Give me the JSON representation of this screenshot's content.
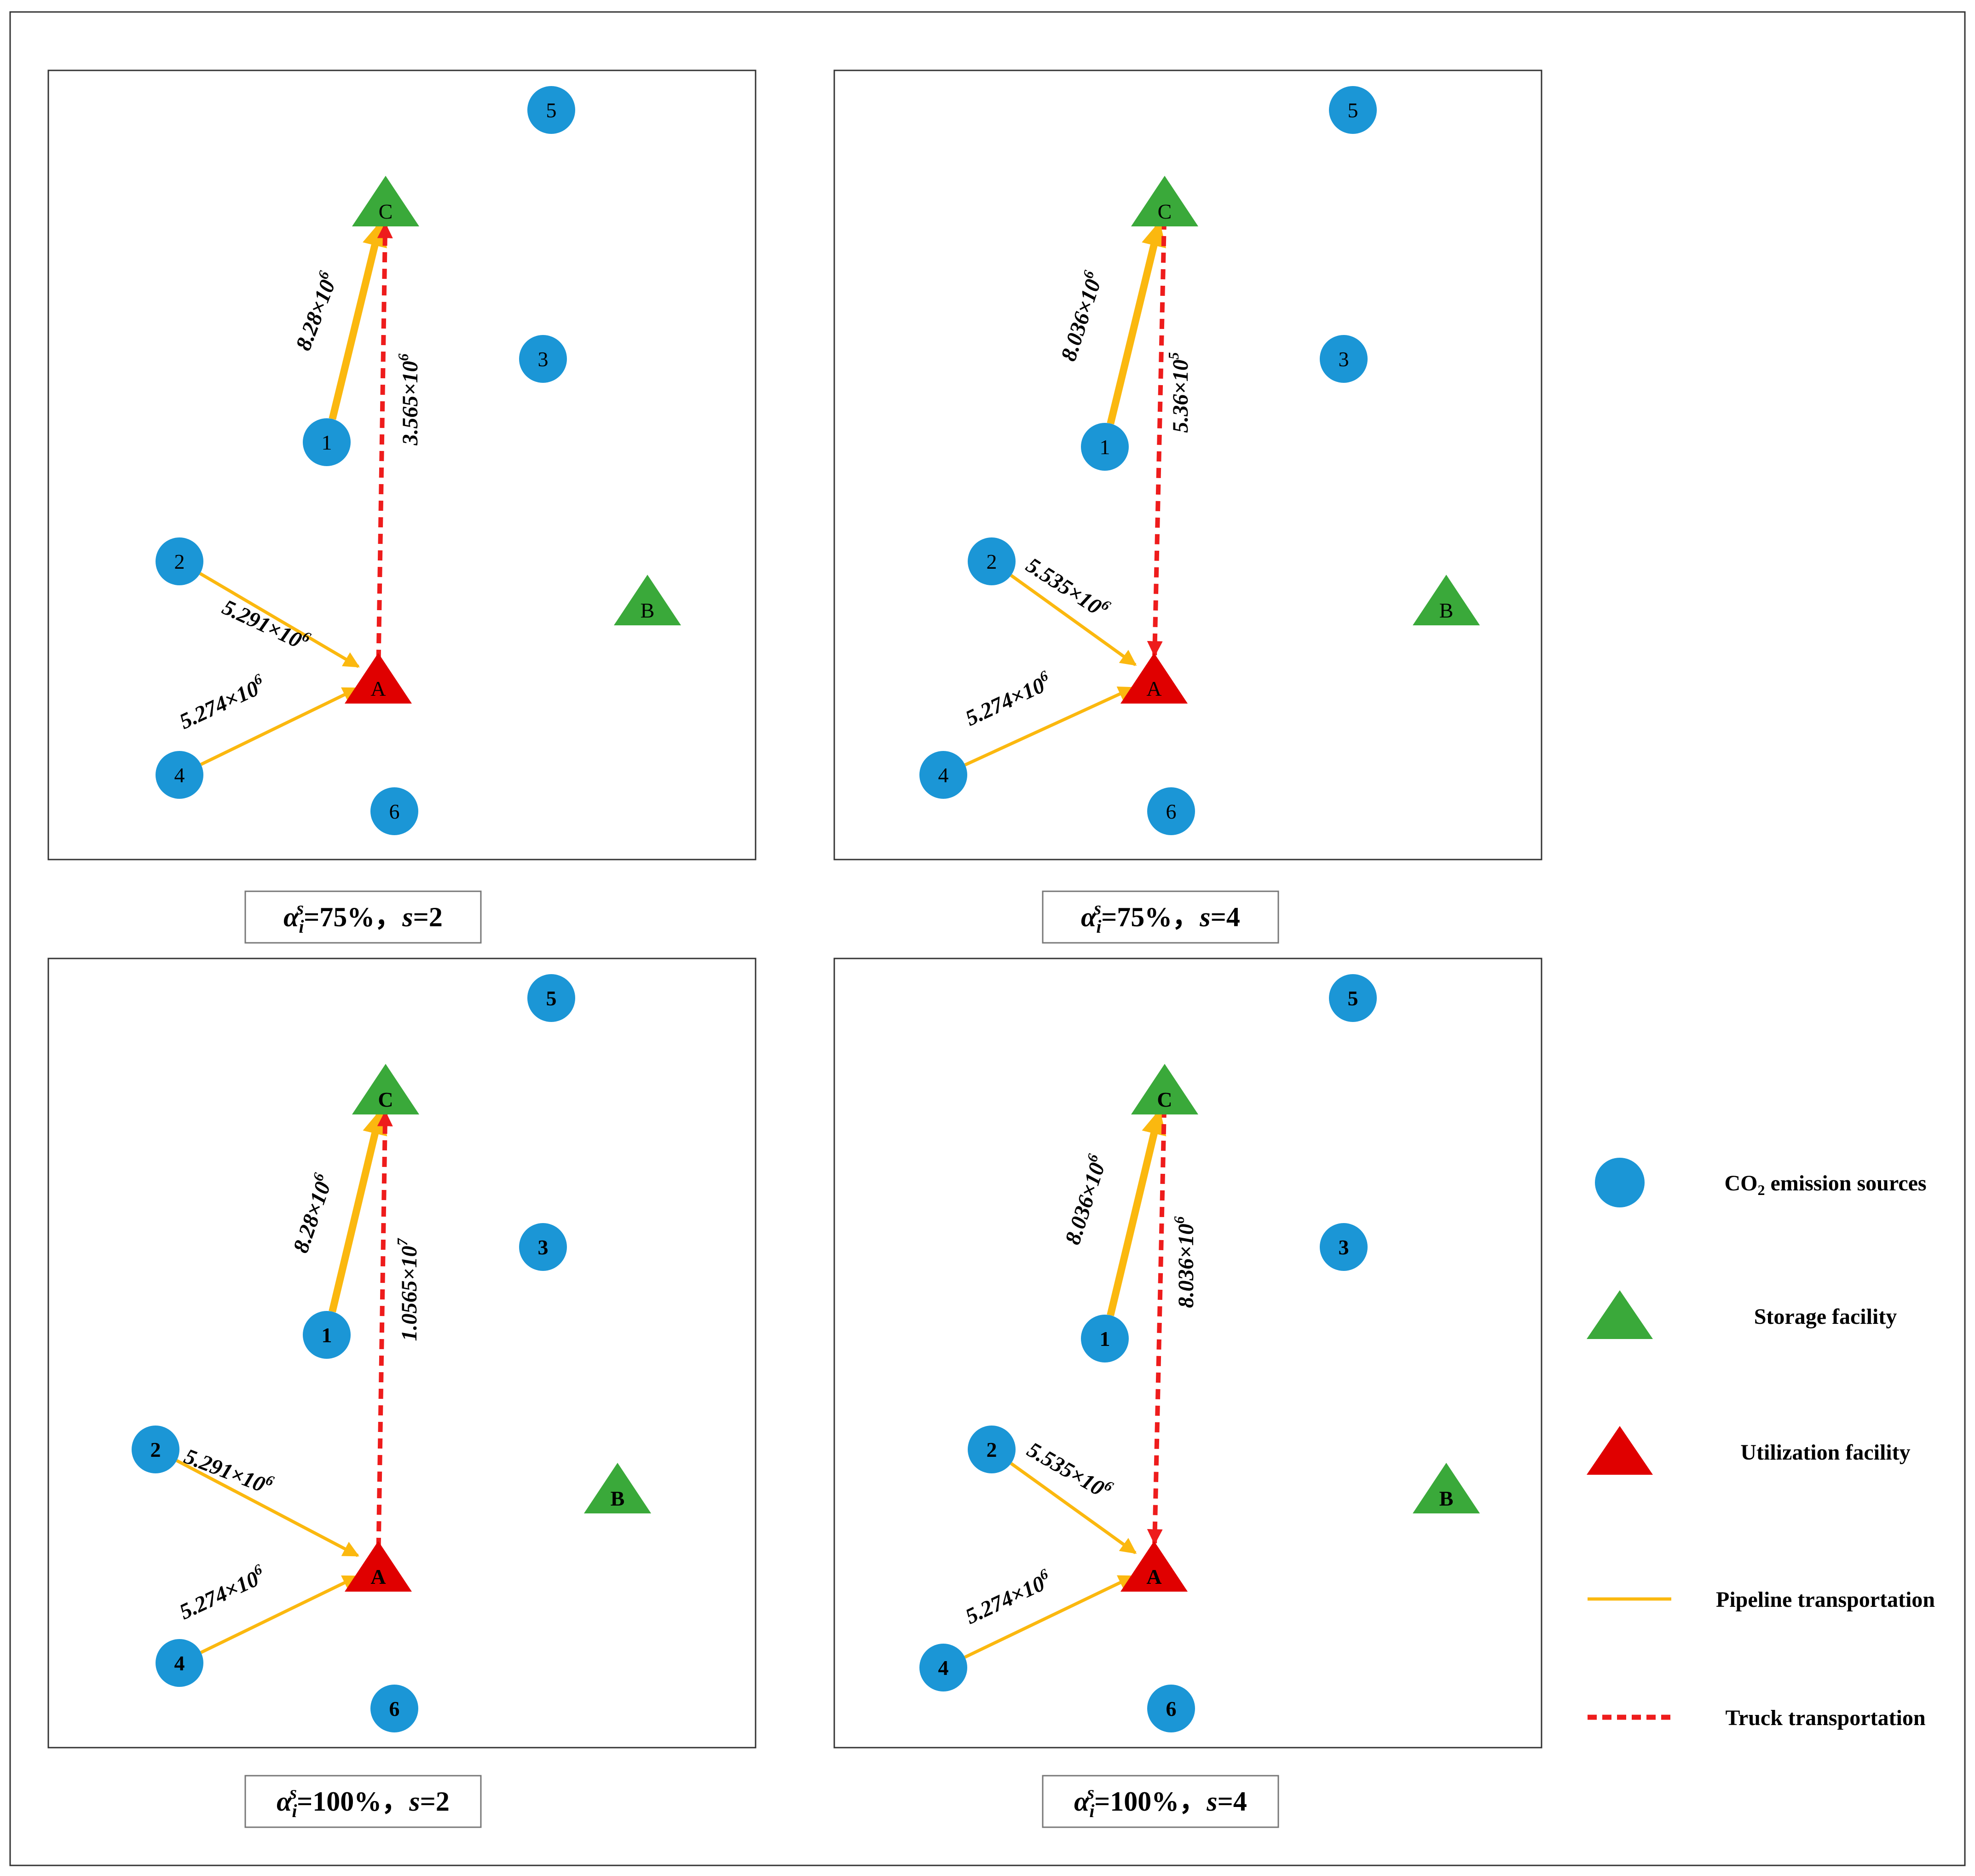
{
  "colors": {
    "source": "#1b96d6",
    "storage": "#3aa93a",
    "utilization": "#e00000",
    "pipeline": "#fbb80f",
    "truck": "#ee1c1c",
    "frame": "#333333"
  },
  "nodes": {
    "sources": [
      "1",
      "2",
      "3",
      "4",
      "5",
      "6"
    ],
    "storage": [
      "B",
      "C"
    ],
    "utilization": [
      "A"
    ]
  },
  "panels": [
    {
      "caption": {
        "alpha": "α",
        "sub": "i",
        "sup": "s",
        "rest1": "=75%，",
        "s_label": "s",
        "rest2": "=2"
      },
      "flows": [
        {
          "from": "1",
          "to": "C",
          "mode": "pipeline",
          "mantissa": "8.28×10",
          "exp": "6"
        },
        {
          "from": "A",
          "to": "C",
          "mode": "truck",
          "mantissa": "3.565×10",
          "exp": "6"
        },
        {
          "from": "2",
          "to": "A",
          "mode": "pipeline",
          "mantissa": "5.291×10",
          "exp": "6"
        },
        {
          "from": "4",
          "to": "A",
          "mode": "pipeline",
          "mantissa": "5.274×10",
          "exp": "6"
        }
      ]
    },
    {
      "caption": {
        "alpha": "α",
        "sub": "i",
        "sup": "s",
        "rest1": "=75%，",
        "s_label": "s",
        "rest2": "=4"
      },
      "flows": [
        {
          "from": "1",
          "to": "C",
          "mode": "pipeline",
          "mantissa": "8.036×10",
          "exp": "6"
        },
        {
          "from": "C",
          "to": "A",
          "mode": "truck",
          "mantissa": "5.36×10",
          "exp": "5"
        },
        {
          "from": "2",
          "to": "A",
          "mode": "pipeline",
          "mantissa": "5.535×10",
          "exp": "6"
        },
        {
          "from": "4",
          "to": "A",
          "mode": "pipeline",
          "mantissa": "5.274×10",
          "exp": "6"
        }
      ]
    },
    {
      "caption": {
        "alpha": "α",
        "sub": "i",
        "sup": "s",
        "rest1": "=100%，",
        "s_label": "s",
        "rest2": "=2"
      },
      "flows": [
        {
          "from": "1",
          "to": "C",
          "mode": "pipeline",
          "mantissa": "8.28×10",
          "exp": "6"
        },
        {
          "from": "A",
          "to": "C",
          "mode": "truck",
          "mantissa": "1.0565×10",
          "exp": "7"
        },
        {
          "from": "2",
          "to": "A",
          "mode": "pipeline",
          "mantissa": "5.291×10",
          "exp": "6"
        },
        {
          "from": "4",
          "to": "A",
          "mode": "pipeline",
          "mantissa": "5.274×10",
          "exp": "6"
        }
      ]
    },
    {
      "caption": {
        "alpha": "α",
        "sub": "i",
        "sup": "s",
        "rest1": "=100%，",
        "s_label": "s",
        "rest2": "=4"
      },
      "flows": [
        {
          "from": "1",
          "to": "C",
          "mode": "pipeline",
          "mantissa": "8.036×10",
          "exp": "6"
        },
        {
          "from": "C",
          "to": "A",
          "mode": "truck",
          "mantissa": "8.036×10",
          "exp": "6"
        },
        {
          "from": "2",
          "to": "A",
          "mode": "pipeline",
          "mantissa": "5.535×10",
          "exp": "6"
        },
        {
          "from": "4",
          "to": "A",
          "mode": "pipeline",
          "mantissa": "5.274×10",
          "exp": "6"
        }
      ]
    }
  ],
  "legend": {
    "source": {
      "pre": "CO",
      "sub": "2",
      "post": " emission sources"
    },
    "storage": "Storage facility",
    "utilization": "Utilization facility",
    "pipeline": "Pipeline transportation",
    "truck": "Truck transportation"
  }
}
